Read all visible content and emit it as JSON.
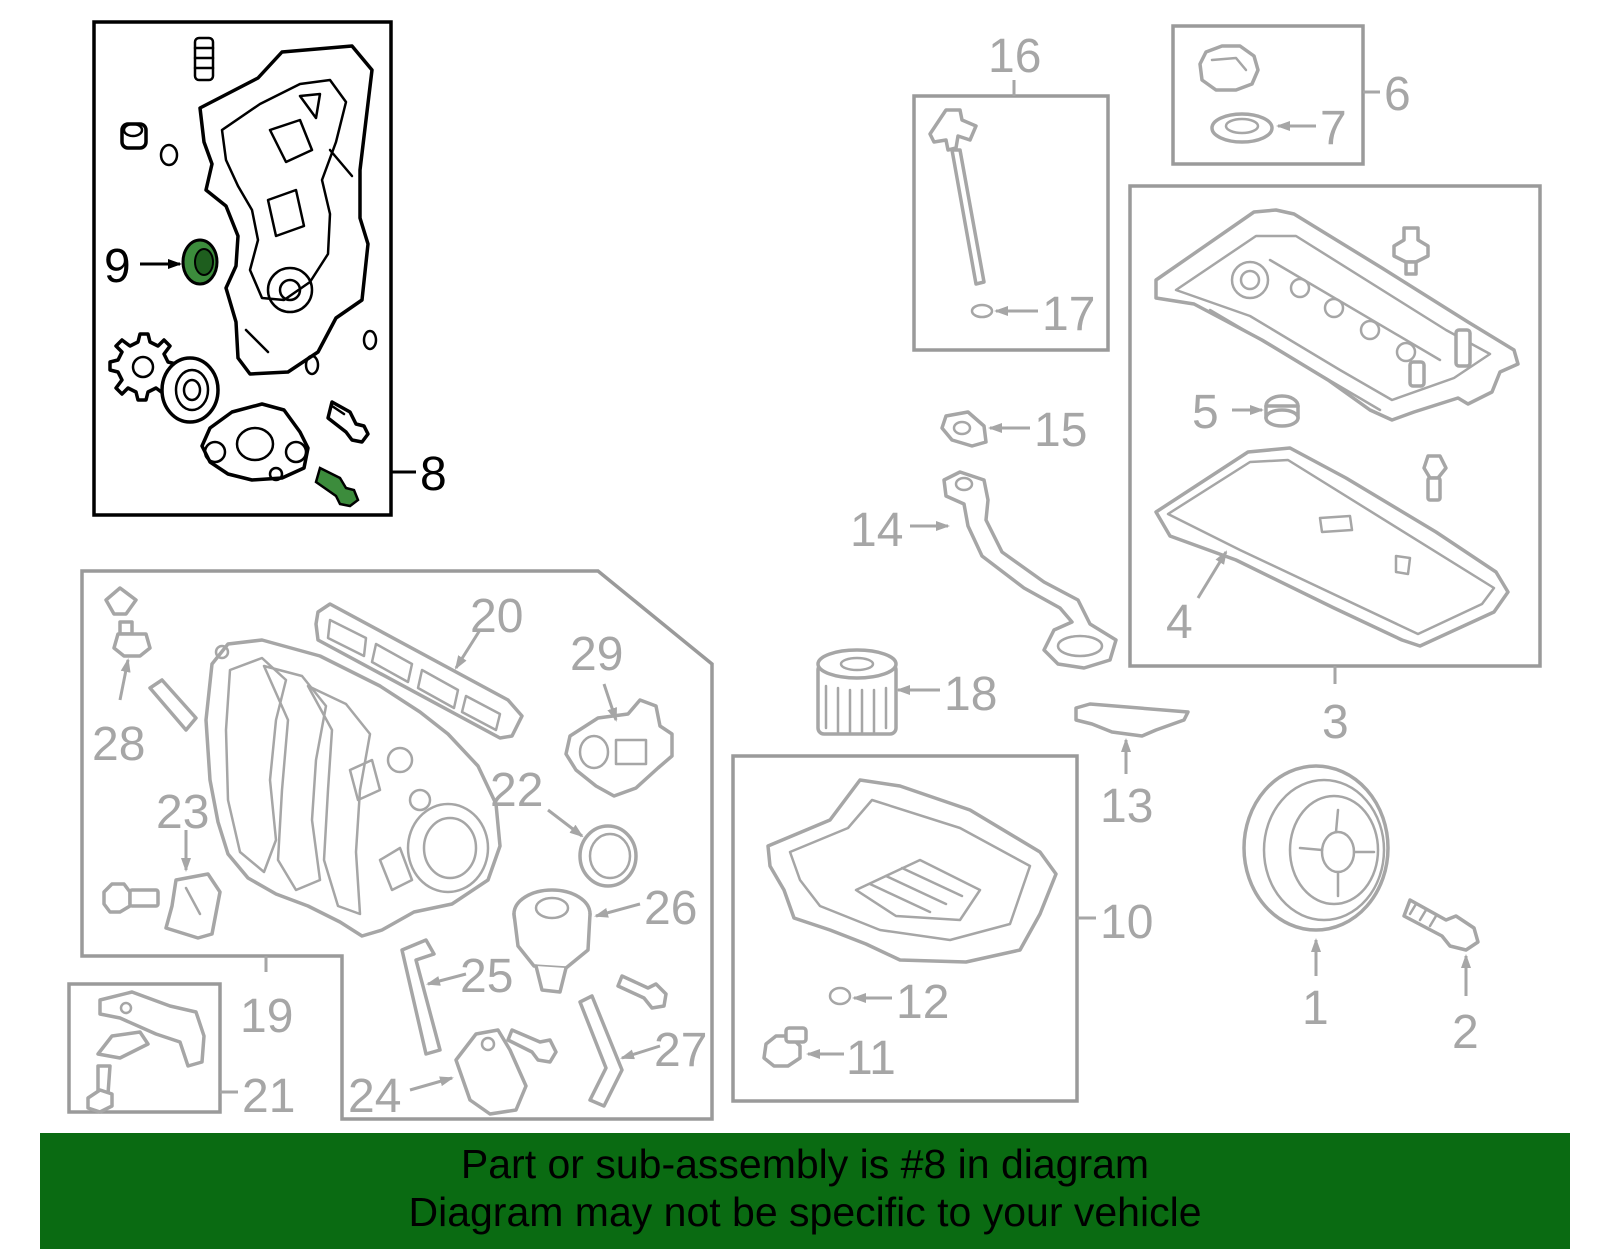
{
  "colors": {
    "highlight_box": "#000000",
    "other_parts": "#a6a6a6",
    "highlight_part": "#3c8c3c",
    "banner_bg": "#0a6b12",
    "banner_text": "#000000"
  },
  "callouts": {
    "c1": "1",
    "c2": "2",
    "c3": "3",
    "c4": "4",
    "c5": "5",
    "c6": "6",
    "c7": "7",
    "c8": "8",
    "c9": "9",
    "c10": "10",
    "c11": "11",
    "c12": "12",
    "c13": "13",
    "c14": "14",
    "c15": "15",
    "c16": "16",
    "c17": "17",
    "c18": "18",
    "c19": "19",
    "c20": "20",
    "c21": "21",
    "c22": "22",
    "c23": "23",
    "c24": "24",
    "c25": "25",
    "c26": "26",
    "c27": "27",
    "c28": "28",
    "c29": "29"
  },
  "banner": {
    "line1": "Part or sub-assembly is #8 in diagram",
    "line2": "Diagram may not be specific to your vehicle"
  }
}
